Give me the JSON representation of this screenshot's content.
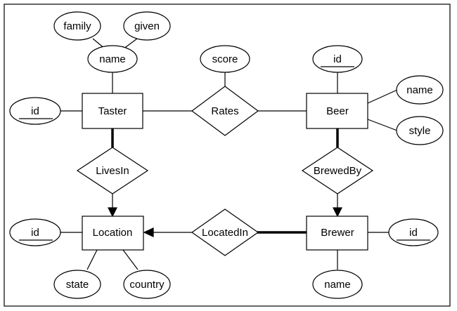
{
  "entities": {
    "taster": "Taster",
    "beer": "Beer",
    "location": "Location",
    "brewer": "Brewer"
  },
  "relationships": {
    "rates": "Rates",
    "lives_in": "LivesIn",
    "brewed_by": "BrewedBy",
    "located_in": "LocatedIn"
  },
  "attributes": {
    "taster_name": "name",
    "taster_name_family": "family",
    "taster_name_given": "given",
    "taster_id": "id",
    "rates_score": "score",
    "beer_id": "id",
    "beer_name": "name",
    "beer_style": "style",
    "location_id": "id",
    "location_state": "state",
    "location_country": "country",
    "brewer_id": "id",
    "brewer_name": "name"
  }
}
